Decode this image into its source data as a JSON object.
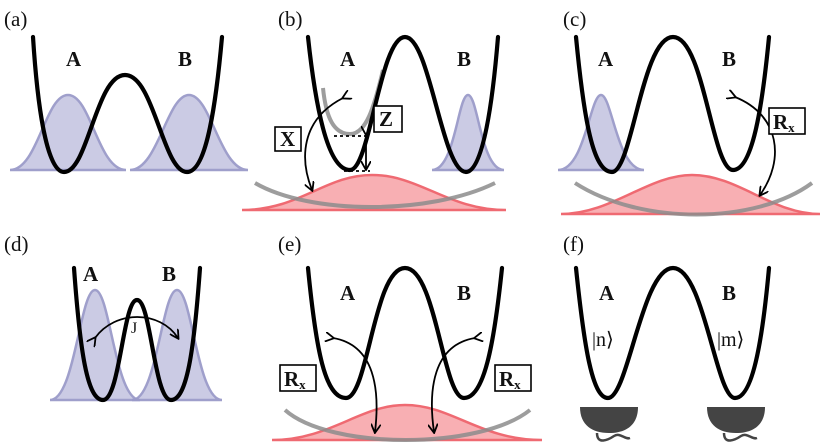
{
  "panels": [
    {
      "id": "a",
      "label": "(a)",
      "well_left": "A",
      "well_right": "B"
    },
    {
      "id": "b",
      "label": "(b)",
      "well_left": "A",
      "well_right": "B",
      "boxes": [
        "X",
        "Z"
      ]
    },
    {
      "id": "c",
      "label": "(c)",
      "well_left": "A",
      "well_right": "B",
      "box_base": "R",
      "box_sub": "x"
    },
    {
      "id": "d",
      "label": "(d)",
      "well_left": "A",
      "well_right": "B",
      "coupling": "J"
    },
    {
      "id": "e",
      "label": "(e)",
      "well_left": "A",
      "well_right": "B",
      "box_base": "R",
      "box_sub": "x"
    },
    {
      "id": "f",
      "label": "(f)",
      "well_left": "A",
      "well_right": "B",
      "ket_left": "|n⟩",
      "ket_right": "|m⟩"
    }
  ],
  "colors": {
    "well": "#000000",
    "wavepacket_fill": "#c9c9e3",
    "wavepacket_edge": "#9a9ac9",
    "pink_fill": "#f8a7ab",
    "pink_edge": "#ee5a63",
    "gray_curve": "#8c8c8c",
    "detector": "#444444"
  }
}
